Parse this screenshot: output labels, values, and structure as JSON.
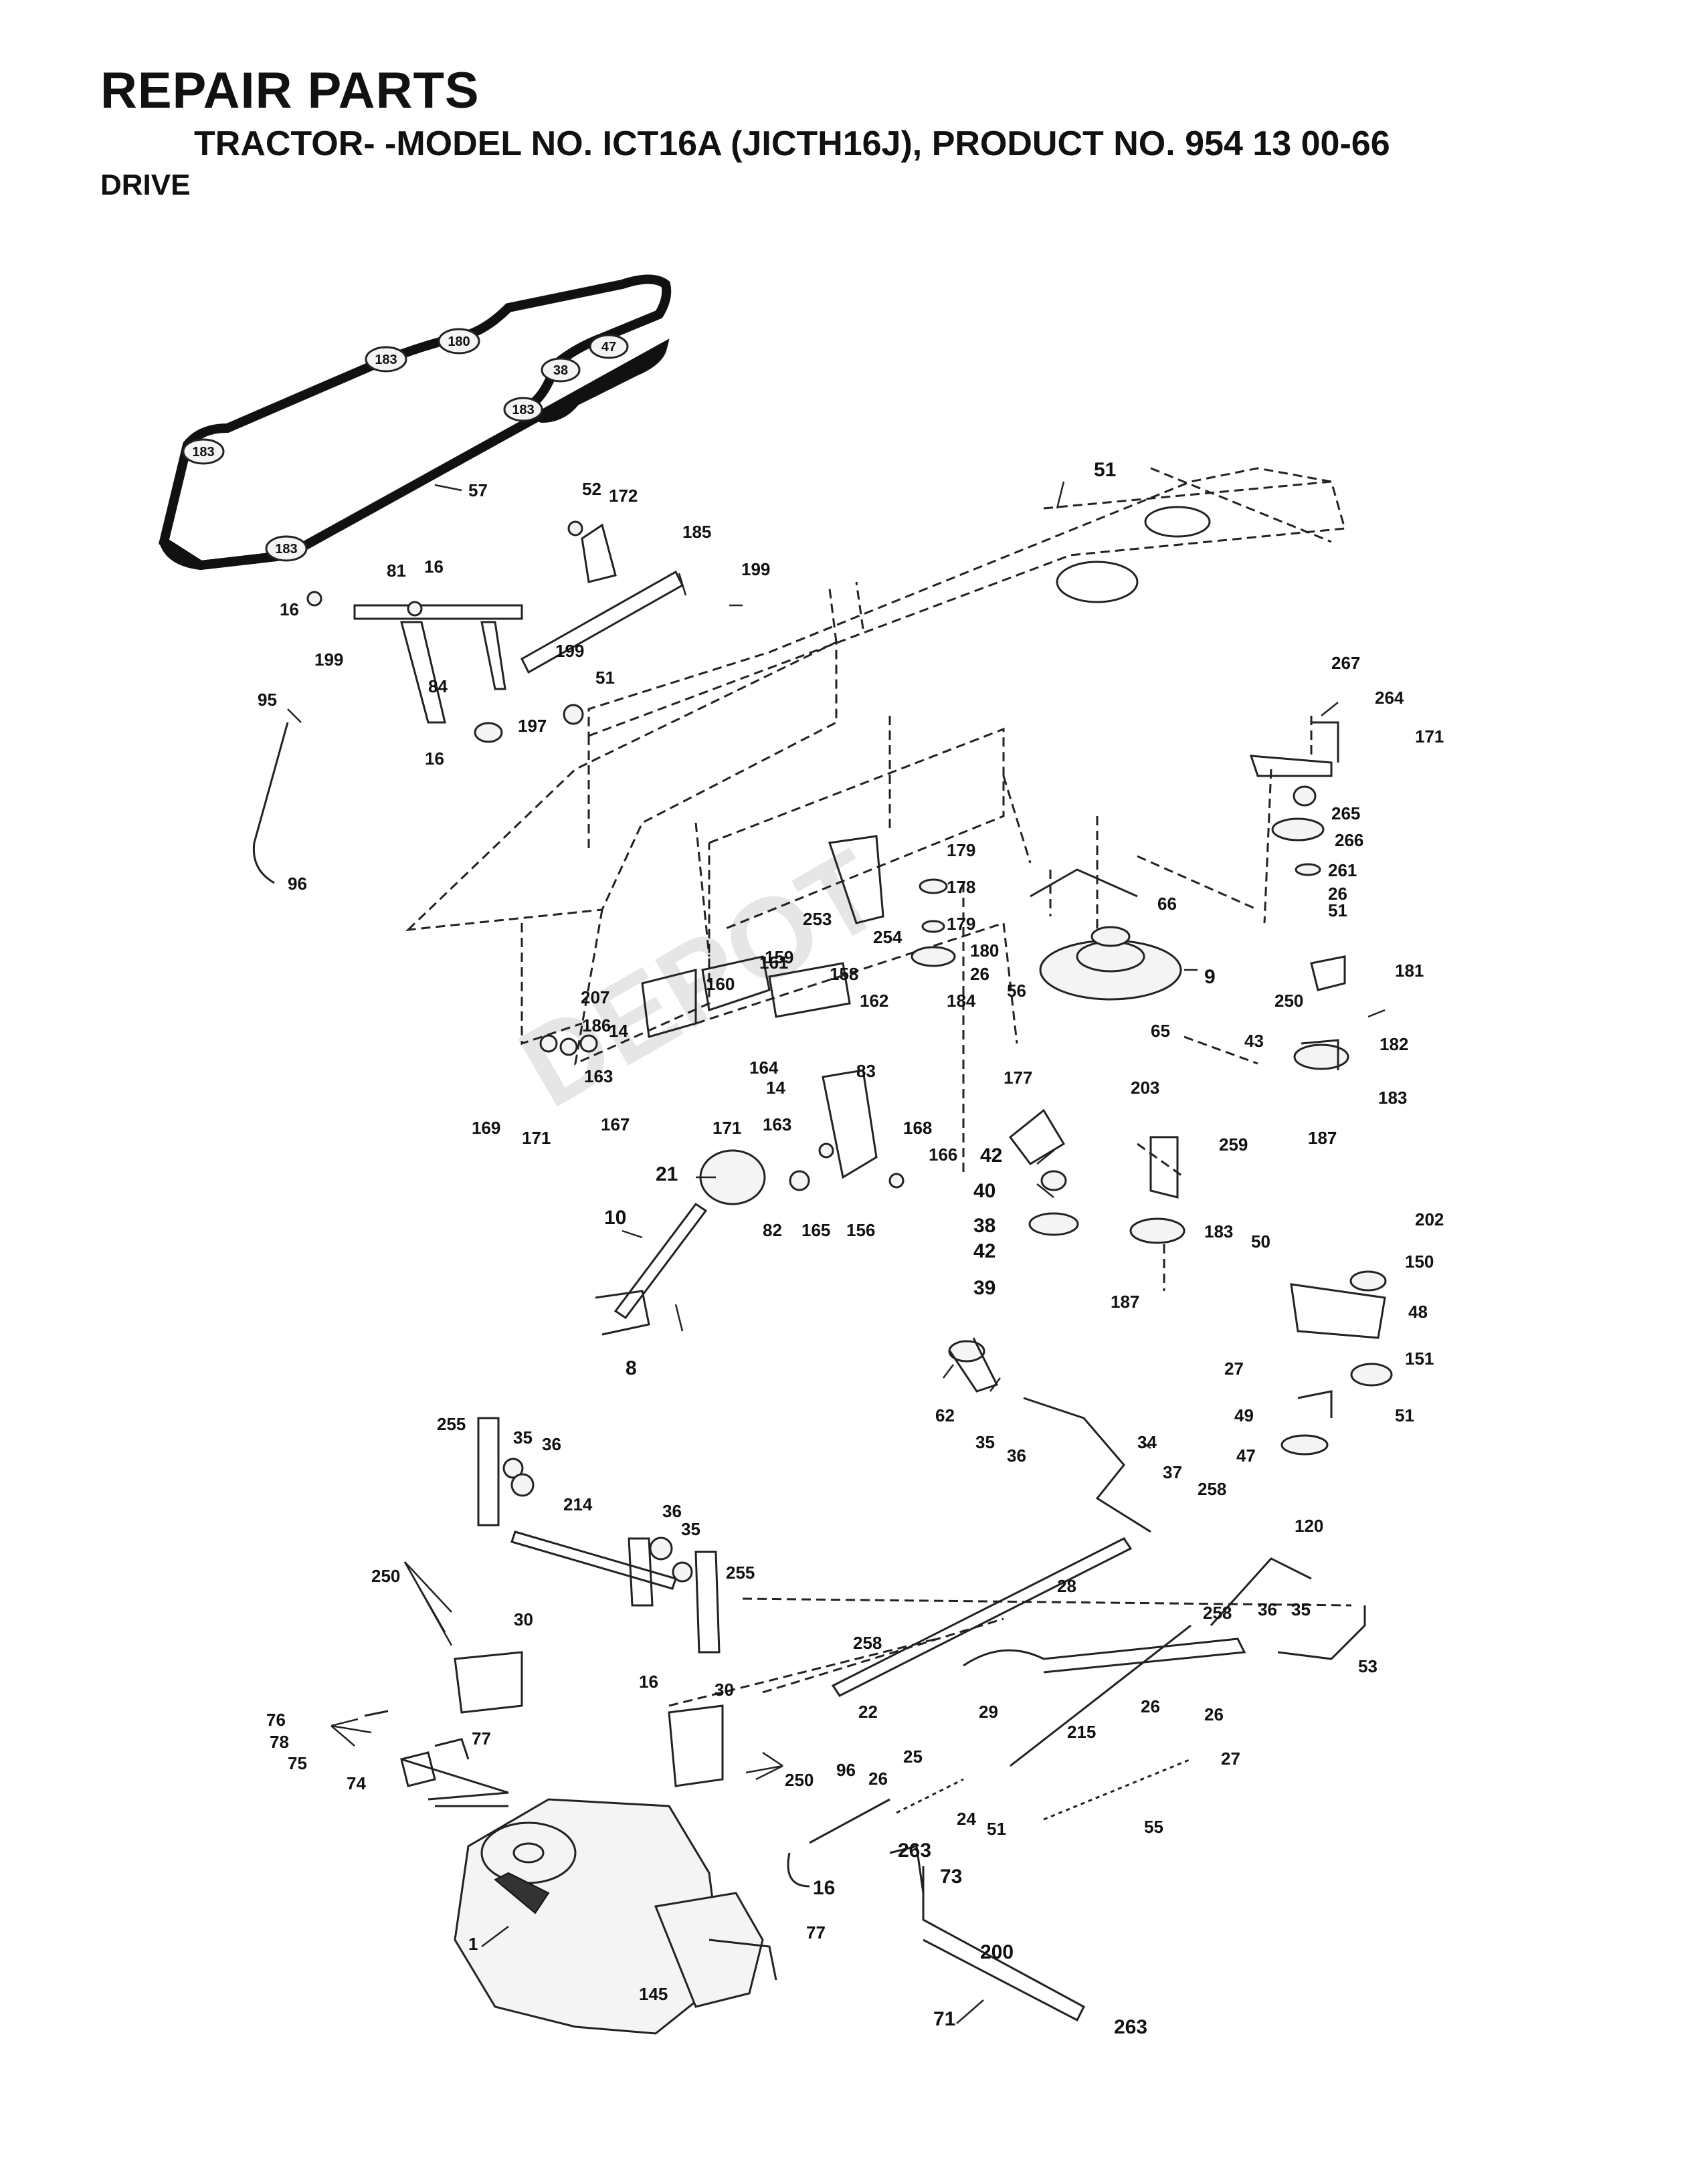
{
  "header": {
    "title": "REPAIR PARTS",
    "subtitle": "TRACTOR- -MODEL NO. ICT16A (JICTH16J), PRODUCT NO. 954 13 00-66",
    "section": "DRIVE"
  },
  "belt_ring_labels": [
    "180",
    "47",
    "183",
    "38",
    "183",
    "183",
    "183"
  ],
  "callouts": [
    "57",
    "52",
    "172",
    "185",
    "199",
    "81",
    "16",
    "16",
    "199",
    "84",
    "51",
    "199",
    "197",
    "16",
    "95",
    "96",
    "51",
    "267",
    "264",
    "171",
    "179",
    "178",
    "253",
    "254",
    "179",
    "66",
    "180",
    "265",
    "266",
    "261",
    "26",
    "51",
    "9",
    "56",
    "26",
    "184",
    "250",
    "181",
    "161",
    "160",
    "159",
    "158",
    "162",
    "207",
    "186",
    "14",
    "43",
    "182",
    "65",
    "163",
    "167",
    "164",
    "14",
    "83",
    "163",
    "171",
    "169",
    "171",
    "203",
    "183",
    "177",
    "259",
    "187",
    "21",
    "168",
    "166",
    "42",
    "40",
    "82",
    "165",
    "156",
    "38",
    "183",
    "10",
    "42",
    "39",
    "187",
    "50",
    "202",
    "150",
    "48",
    "8",
    "27",
    "151",
    "62",
    "35",
    "36",
    "49",
    "51",
    "255",
    "35",
    "36",
    "34",
    "47",
    "37",
    "214",
    "258",
    "36",
    "35",
    "120",
    "250",
    "30",
    "255",
    "28",
    "258",
    "36",
    "35",
    "258",
    "22",
    "29",
    "26",
    "26",
    "53",
    "16",
    "30",
    "215",
    "27",
    "76",
    "77",
    "78",
    "75",
    "250",
    "74",
    "96",
    "26",
    "25",
    "24",
    "51",
    "55",
    "263",
    "73",
    "16",
    "1",
    "77",
    "200",
    "145",
    "71",
    "263"
  ]
}
